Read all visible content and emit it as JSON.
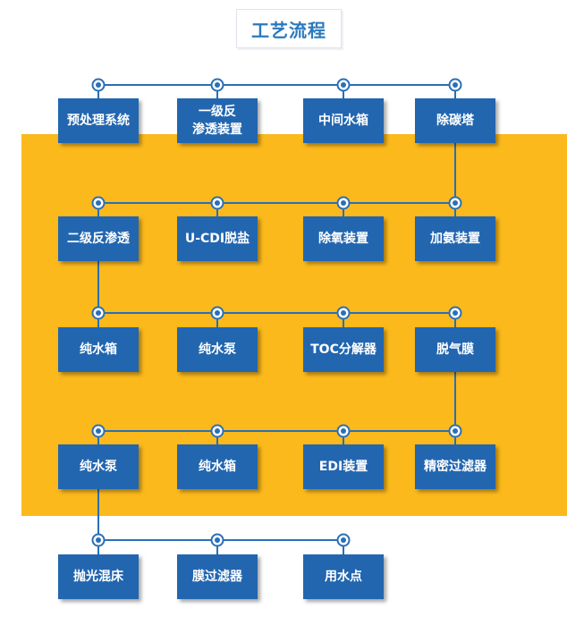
{
  "title": "工艺流程",
  "colors": {
    "band": "#fbb91c",
    "box": "#2266b0",
    "line": "#2a6fb6",
    "title": "#2a79bf"
  },
  "nodes": [
    {
      "id": "pretreatment",
      "label": "预处理系统"
    },
    {
      "id": "ro1",
      "label": "一级反\n渗透装置"
    },
    {
      "id": "mid-tank",
      "label": "中间水箱"
    },
    {
      "id": "decarb",
      "label": "除碳塔"
    },
    {
      "id": "ro2",
      "label": "二级反渗透"
    },
    {
      "id": "ucdi",
      "label": "U-CDI脱盐"
    },
    {
      "id": "deox",
      "label": "除氧装置"
    },
    {
      "id": "ammonia",
      "label": "加氨装置"
    },
    {
      "id": "pure-tank-1",
      "label": "纯水箱"
    },
    {
      "id": "pure-pump-1",
      "label": "纯水泵"
    },
    {
      "id": "toc",
      "label": "TOC分解器"
    },
    {
      "id": "degas",
      "label": "脱气膜"
    },
    {
      "id": "pure-pump-2",
      "label": "纯水泵"
    },
    {
      "id": "pure-tank-2",
      "label": "纯水箱"
    },
    {
      "id": "edi",
      "label": "EDI装置"
    },
    {
      "id": "precision-filter",
      "label": "精密过滤器"
    },
    {
      "id": "polish-bed",
      "label": "抛光混床"
    },
    {
      "id": "membrane-filter",
      "label": "膜过滤器"
    },
    {
      "id": "point-of-use",
      "label": "用水点"
    }
  ]
}
